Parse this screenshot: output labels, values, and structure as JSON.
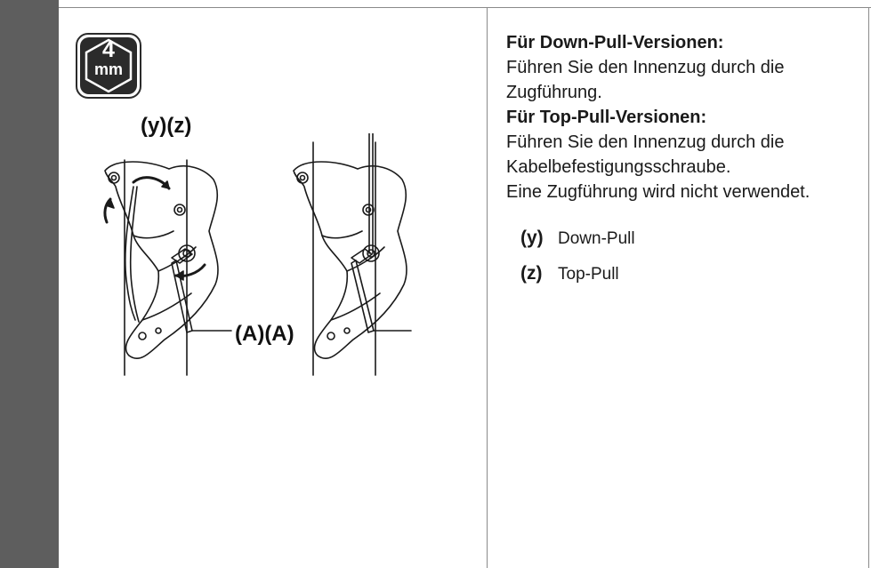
{
  "tool": {
    "size": "4",
    "unit": "mm",
    "icon": "hex-key-size-icon"
  },
  "illustration": {
    "label_yz": "(y)(z)",
    "label_a": "(A)(A)"
  },
  "instructions": {
    "down_pull_heading": "Für Down-Pull-Versionen:",
    "down_pull_line1": "Führen Sie den Innenzug durch die",
    "down_pull_line2": "Zugführung.",
    "top_pull_heading": "Für Top-Pull-Versionen:",
    "top_pull_line1": "Führen Sie den Innenzug durch die",
    "top_pull_line2": "Kabelbefestigungsschraube.",
    "note": "Eine Zugführung wird nicht verwendet."
  },
  "legend": [
    {
      "key": "(y)",
      "text": "Down-Pull"
    },
    {
      "key": "(z)",
      "text": "Top-Pull"
    }
  ],
  "colors": {
    "side_bar": "#5e5e5e",
    "frame": "#8a8a8a",
    "badge": "#2b2b2b"
  }
}
